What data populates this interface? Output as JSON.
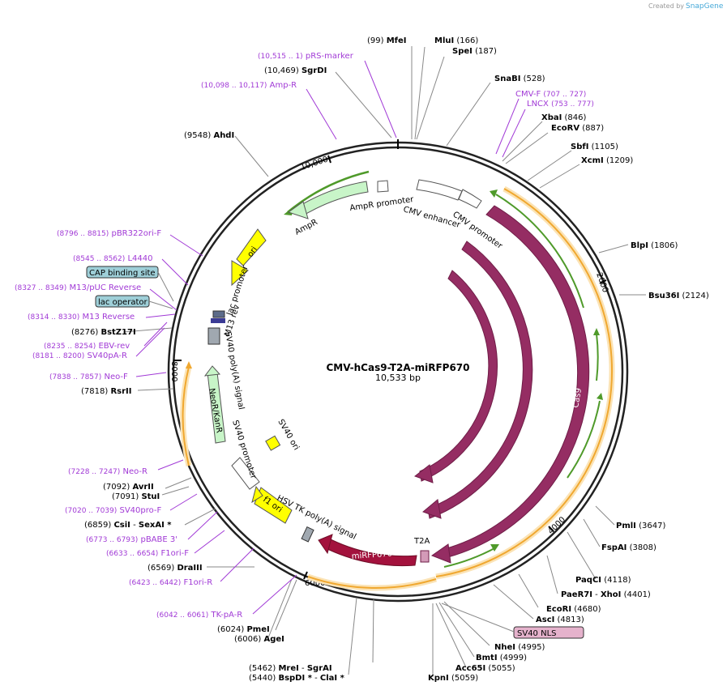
{
  "plasmid": {
    "name": "CMV-hCas9-T2A-miRFP670",
    "length_label": "10,533 bp"
  },
  "credit": {
    "prefix": "Created by",
    "brand": "SnapGene"
  },
  "ticks": [
    "10,000",
    "2000",
    "4000",
    "6000",
    "8000"
  ],
  "features": {
    "ampr_promoter": "AmpR promoter",
    "ampr": "AmpR",
    "ori": "ori",
    "cmv_enhancer": "CMV enhancer",
    "cmv_promoter": "CMV promoter",
    "cas9": "Cas9",
    "lac_promoter": "lac promoter",
    "m13_rev": "M13 rev",
    "sv40_polya": "SV40 poly(A) signal",
    "neo": "NeoR/KanR",
    "sv40_promoter": "SV40 promoter",
    "sv40_ori": "SV40 ori",
    "f1_ori": "f1 ori",
    "hsv_polya": "HSV TK poly(A) signal",
    "mirfp": "miRFP670",
    "t2a": "T2A"
  },
  "sites": {
    "mfei": {
      "pos": "(99)",
      "name": "MfeI"
    },
    "mlui": {
      "name": "MluI",
      "pos": "(166)"
    },
    "spei": {
      "name": "SpeI",
      "pos": "(187)"
    },
    "snabi": {
      "name": "SnaBI",
      "pos": "(528)"
    },
    "xbai": {
      "name": "XbaI",
      "pos": "(846)"
    },
    "ecorv": {
      "name": "EcoRV",
      "pos": "(887)"
    },
    "sbfi": {
      "name": "SbfI",
      "pos": "(1105)"
    },
    "xcmi": {
      "name": "XcmI",
      "pos": "(1209)"
    },
    "blpi": {
      "name": "BlpI",
      "pos": "(1806)"
    },
    "bsu36i": {
      "name": "Bsu36I",
      "pos": "(2124)"
    },
    "pmli": {
      "name": "PmlI",
      "pos": "(3647)"
    },
    "fspai": {
      "name": "FspAI",
      "pos": "(3808)"
    },
    "paqci": {
      "name": "PaqCI",
      "pos": "(4118)"
    },
    "paer7i": {
      "name": "PaeR7I",
      "sep": "- ",
      "name2": "XhoI",
      "pos": "(4401)"
    },
    "ecori": {
      "name": "EcoRI",
      "pos": "(4680)"
    },
    "asci": {
      "name": "AscI",
      "pos": "(4813)"
    },
    "nhei": {
      "name": "NheI",
      "pos": "(4995)"
    },
    "bmti": {
      "name": "BmtI",
      "pos": "(4999)"
    },
    "acc65i": {
      "name": "Acc65I",
      "pos": "(5055)"
    },
    "kpni": {
      "name": "KpnI",
      "pos": "(5059)"
    },
    "mrei": {
      "pos": "(5462)",
      "name": "MreI",
      "sep": "- ",
      "name2": "SgrAI"
    },
    "bspdi": {
      "pos": "(5440)",
      "name": "BspDI *",
      "sep": "- ",
      "name2": "ClaI *"
    },
    "pmei": {
      "pos": "(6024)",
      "name": "PmeI"
    },
    "agei": {
      "pos": "(6006)",
      "name": "AgeI"
    },
    "draiii": {
      "pos": "(6569)",
      "name": "DraIII"
    },
    "csii": {
      "pos": "(6859)",
      "name": "CsiI",
      "sep": "- ",
      "name2": "SexAI *"
    },
    "avrii": {
      "pos": "(7092)",
      "name": "AvrII"
    },
    "stui": {
      "pos": "(7091)",
      "name": "StuI"
    },
    "rsrii": {
      "pos": "(7818)",
      "name": "RsrII"
    },
    "bstz17i": {
      "pos": "(8276)",
      "name": "BstZ17I"
    },
    "ahdi": {
      "pos": "(9548)",
      "name": "AhdI"
    },
    "sgrdi": {
      "pos": "(10,469)",
      "name": "SgrDI"
    }
  },
  "primers": {
    "prs": {
      "range": "(10,515 .. 1)",
      "name": "pRS-marker"
    },
    "ampr_p": {
      "range": "(10,098 .. 10,117)",
      "name": "Amp-R"
    },
    "cmvf": {
      "name": "CMV-F",
      "range": "(707 .. 727)"
    },
    "lncx": {
      "name": "LNCX",
      "range": "(753 .. 777)"
    },
    "pbr": {
      "range": "(8796 .. 8815)",
      "name": "pBR322ori-F"
    },
    "l4440": {
      "range": "(8545 .. 8562)",
      "name": "L4440"
    },
    "m13puc": {
      "range": "(8327 .. 8349)",
      "name": "M13/pUC Reverse"
    },
    "m13rev": {
      "range": "(8314 .. 8330)",
      "name": "M13 Reverse"
    },
    "ebv": {
      "range": "(8235 .. 8254)",
      "name": "EBV-rev"
    },
    "sv40par": {
      "range": "(8181 .. 8200)",
      "name": "SV40pA-R"
    },
    "neof": {
      "range": "(7838 .. 7857)",
      "name": "Neo-F"
    },
    "neor": {
      "range": "(7228 .. 7247)",
      "name": "Neo-R"
    },
    "sv40prof": {
      "range": "(7020 .. 7039)",
      "name": "SV40pro-F"
    },
    "pbabe": {
      "range": "(6773 .. 6793)",
      "name": "pBABE 3'"
    },
    "f1orif": {
      "range": "(6633 .. 6654)",
      "name": "F1ori-F"
    },
    "f1orir": {
      "range": "(6423 .. 6442)",
      "name": "F1ori-R"
    },
    "tkpa": {
      "range": "(6042 .. 6061)",
      "name": "TK-pA-R"
    }
  },
  "boxes": {
    "cap": "CAP binding site",
    "lacop": "lac operator",
    "sv40nls": "SV40 NLS"
  },
  "colors": {
    "cas9": "#952d63",
    "mirfp": "#a3123d",
    "green_feature": "#c8f5c8",
    "green_stroke": "#4f9a2a",
    "orange_orf": "#f0a830",
    "yellow": "#ffff00",
    "primer": "#a13ad6",
    "box_teal": "#9ecfd8",
    "box_pink": "#e5b2cc"
  }
}
